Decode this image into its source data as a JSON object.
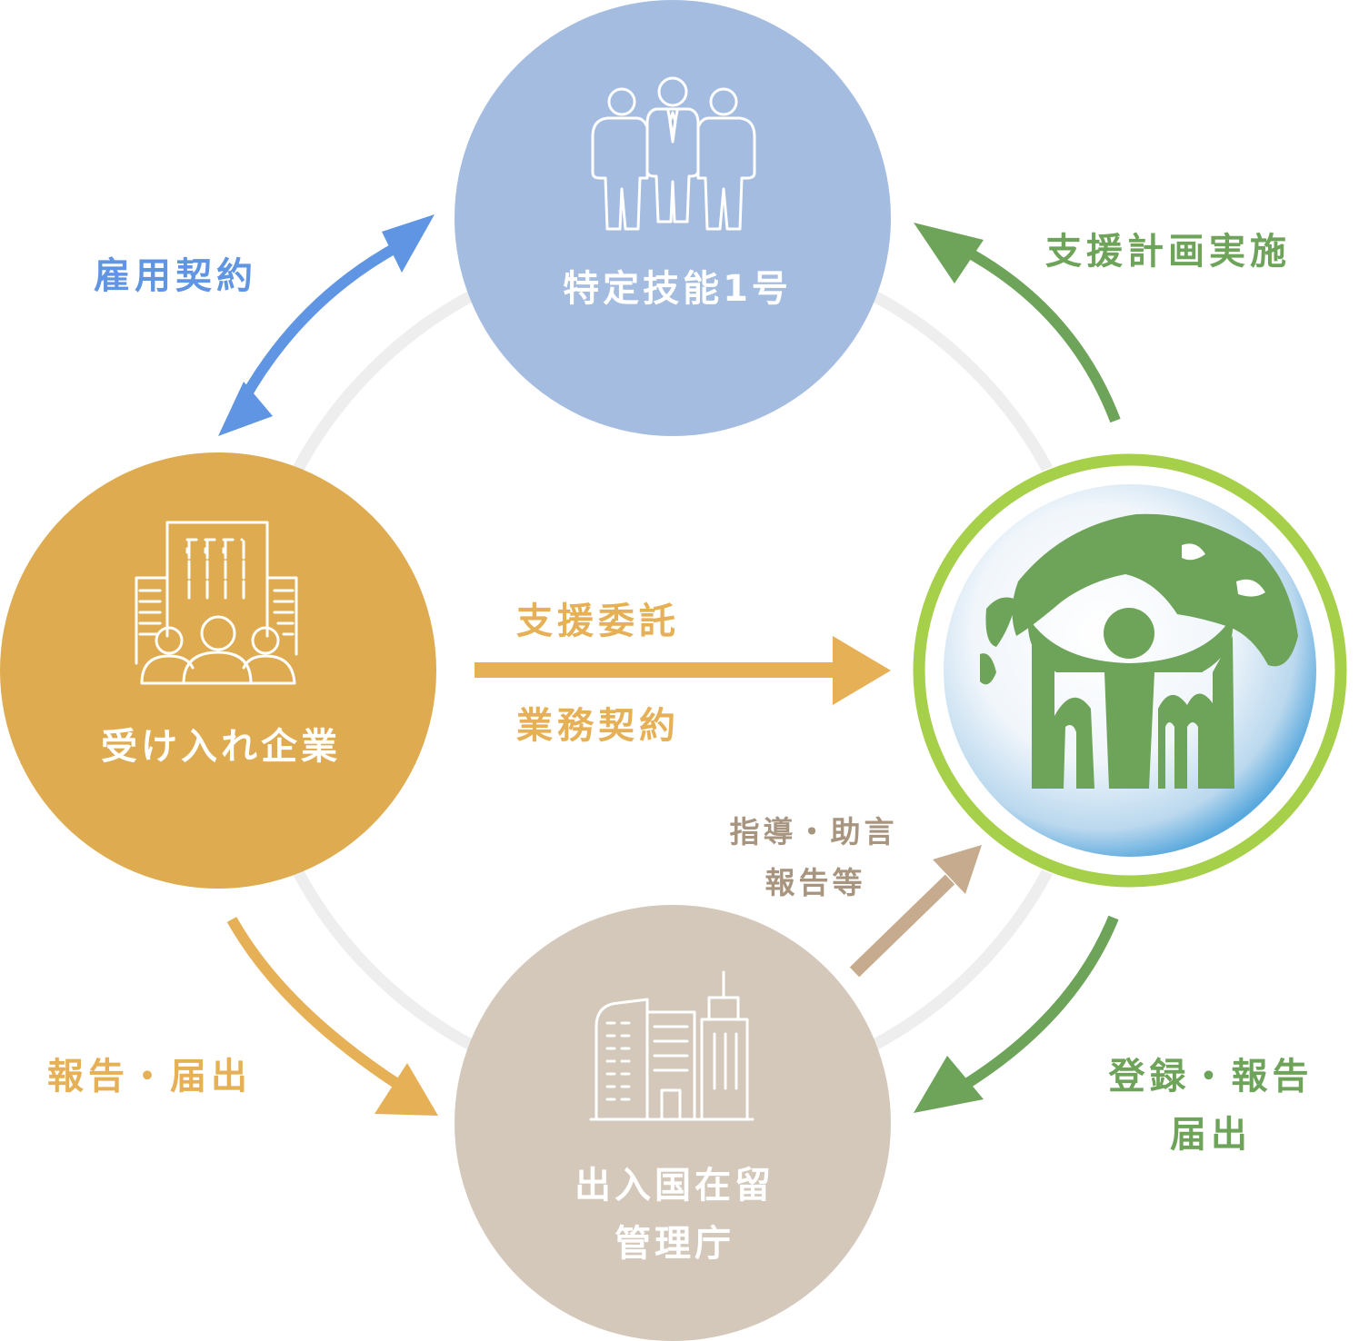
{
  "nodes": {
    "worker": {
      "label": "特定技能1号",
      "color": "#a4bcdf",
      "icon": "people-group-icon"
    },
    "company": {
      "label": "受け入れ企業",
      "color": "#deab50",
      "icon": "office-building-people-icon"
    },
    "immigration": {
      "label_line1": "出入国在留",
      "label_line2": "管理庁",
      "color": "#d4c8bb",
      "icon": "government-buildings-icon"
    },
    "support_org": {
      "logo_text": "hm",
      "ring_color": "#a6cf4a",
      "logo_color": "#6ea35a",
      "icon": "globe-logo-icon"
    }
  },
  "arrows": {
    "employment": {
      "label": "雇用契約",
      "color": "#5f95e2"
    },
    "support_plan": {
      "label": "支援計画実施",
      "color": "#6ea35a"
    },
    "consignment": {
      "label_top": "支援委託",
      "label_bottom": "業務契約",
      "color": "#e6b056"
    },
    "report_company": {
      "label": "報告・届出",
      "color": "#e6b056"
    },
    "guidance": {
      "label_line1": "指導・助言",
      "label_line2": "報告等",
      "color": "#c6ab8e",
      "text_color": "#a89580"
    },
    "registration": {
      "label_line1": "登録・報告",
      "label_line2": "届出",
      "color": "#6ea35a"
    }
  },
  "cycle_color": "#eeeeee"
}
